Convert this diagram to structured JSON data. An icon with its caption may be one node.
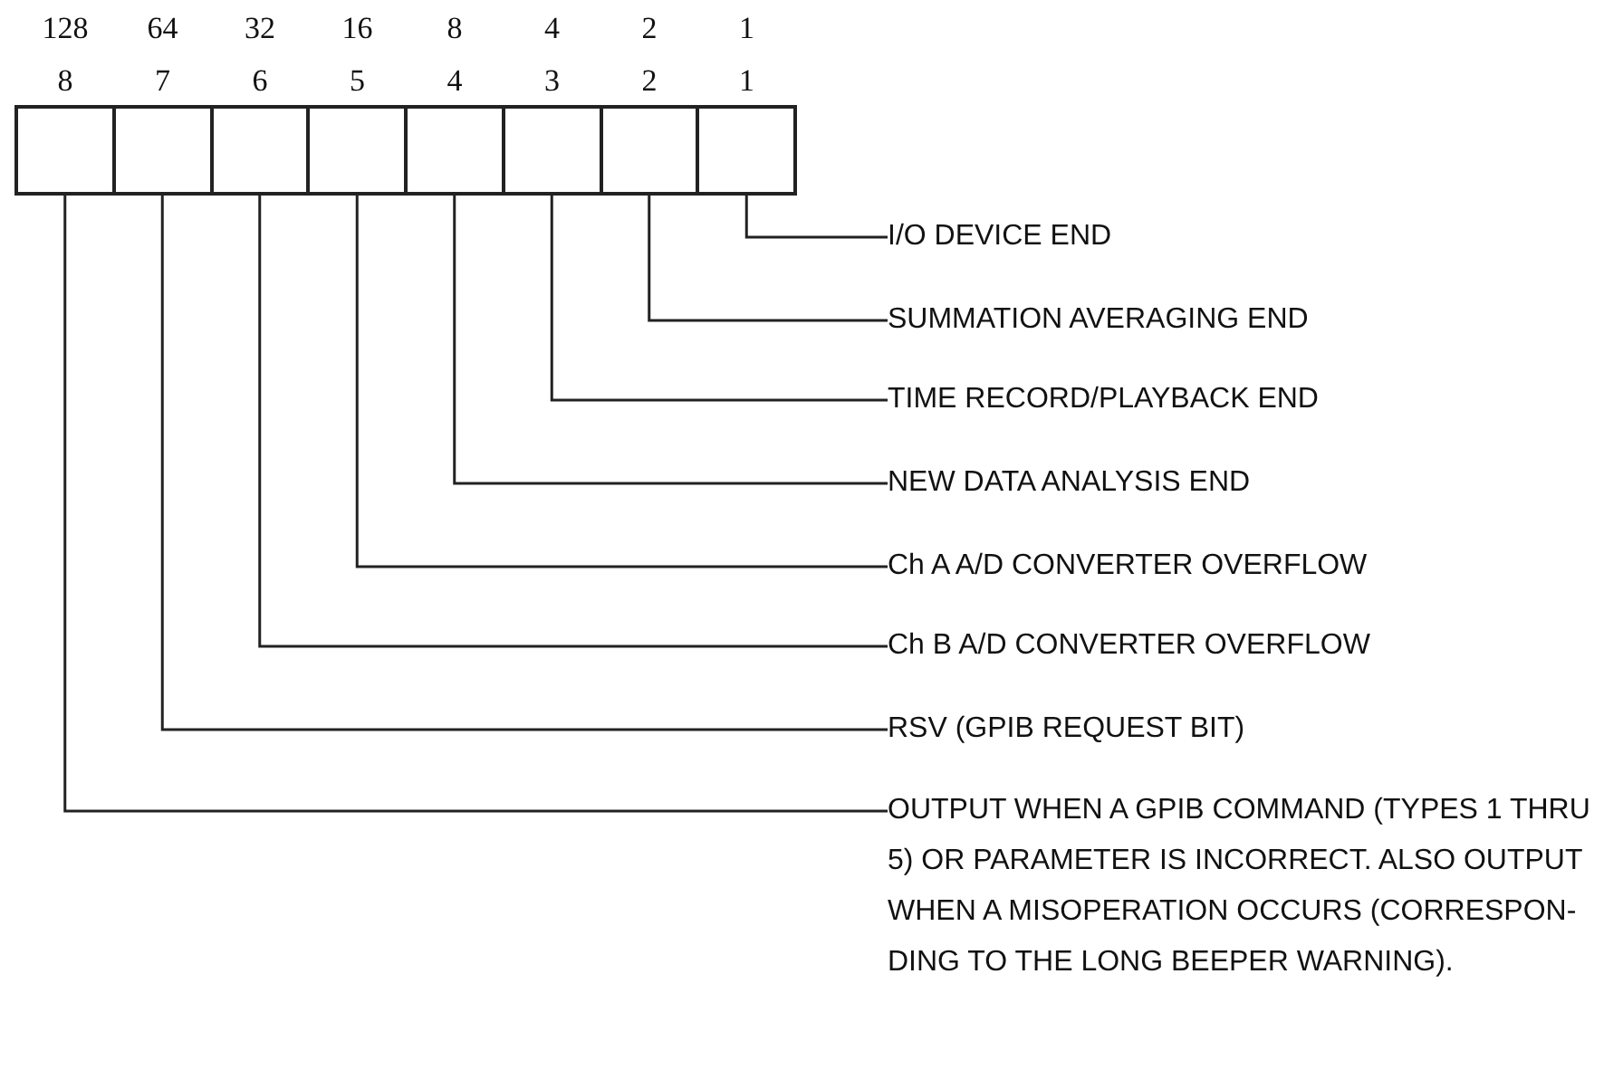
{
  "diagram": {
    "nodes": [
      {
        "text": [],
        "shape": "box",
        "beside": [
          "128",
          "8"
        ]
      },
      {
        "text": [],
        "shape": "box",
        "beside": [
          "64",
          "7"
        ]
      },
      {
        "text": [],
        "shape": "box",
        "beside": [
          "32",
          "6"
        ]
      },
      {
        "text": [],
        "shape": "box",
        "beside": [
          "16",
          "5"
        ]
      },
      {
        "text": [],
        "shape": "box",
        "beside": [
          "8",
          "4"
        ]
      },
      {
        "text": [],
        "shape": "box",
        "beside": [
          "4",
          "3"
        ]
      },
      {
        "text": [],
        "shape": "box",
        "beside": [
          "2",
          "2"
        ]
      },
      {
        "text": [],
        "shape": "box",
        "beside": [
          "1",
          "1"
        ]
      },
      {
        "text": [
          "I/O DEVICE END"
        ]
      },
      {
        "text": [
          "SUMMATION AVERAGING END"
        ]
      },
      {
        "text": [
          "TIME RECORD/PLAYBACK END"
        ]
      },
      {
        "text": [
          "NEW DATA ANALYSIS END"
        ]
      },
      {
        "text": [
          "Ch A A/D CONVERTER OVERFLOW"
        ]
      },
      {
        "text": [
          "Ch B A/D CONVERTER OVERFLOW"
        ]
      },
      {
        "text": [
          "RSV (GPIB REQUEST BIT)"
        ]
      },
      {
        "text": [
          "OUTPUT WHEN A GPIB COMMAND (TYPES 1 THRU 5) OR PARAMETER IS INCORRECT. ALSO OUTPUT WHEN A MISOPERATION OCCURS (CORRESPON- DING TO THE LONG BEEPER WARNING)."
        ]
      }
    ],
    "edges": [
      {
        "from": 7,
        "to": 8,
        "arrow": "none"
      },
      {
        "from": 6,
        "to": 9,
        "arrow": "none"
      },
      {
        "from": 5,
        "to": 10,
        "arrow": "none"
      },
      {
        "from": 4,
        "to": 11,
        "arrow": "none"
      },
      {
        "from": 3,
        "to": 12,
        "arrow": "none"
      },
      {
        "from": 2,
        "to": 13,
        "arrow": "none"
      },
      {
        "from": 1,
        "to": 14,
        "arrow": "none"
      },
      {
        "from": 0,
        "to": 15,
        "arrow": "none"
      }
    ]
  }
}
